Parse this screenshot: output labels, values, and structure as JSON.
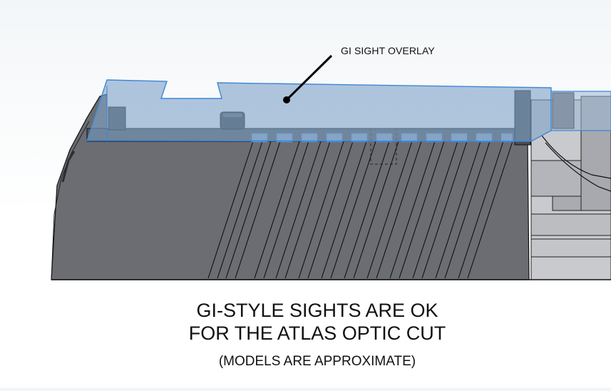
{
  "callout": {
    "label": "GI SIGHT OVERLAY"
  },
  "caption": {
    "line1": "GI-STYLE SIGHTS ARE OK",
    "line2": "FOR THE ATLAS OPTIC CUT",
    "note": "(MODELS ARE APPROXIMATE)"
  },
  "colors": {
    "slide_body": "#6b6d72",
    "slide_dark": "#4a4c52",
    "overlay_fill": "#7fa3c8",
    "overlay_edge": "#3f86d6",
    "background": "#ffffff"
  }
}
